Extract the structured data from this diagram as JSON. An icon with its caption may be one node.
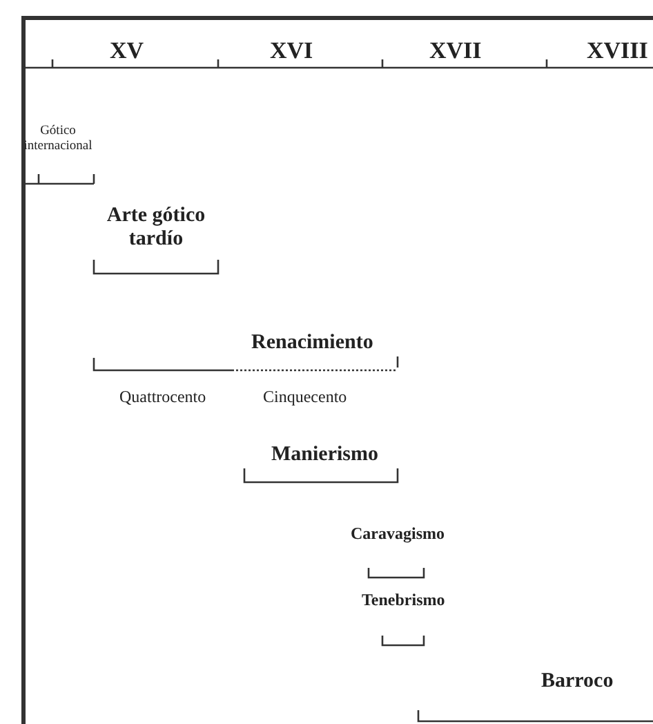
{
  "diagram": {
    "labels": [
      "XV",
      "XVI",
      "XVII",
      "XVIII",
      "Gótico internacional",
      "Arte gótico tardío",
      "Renacimiento",
      "Quattrocento",
      "Cinquecento",
      "Manierismo",
      "Caravagismo",
      "Tenebrismo",
      "Barroco"
    ]
  }
}
